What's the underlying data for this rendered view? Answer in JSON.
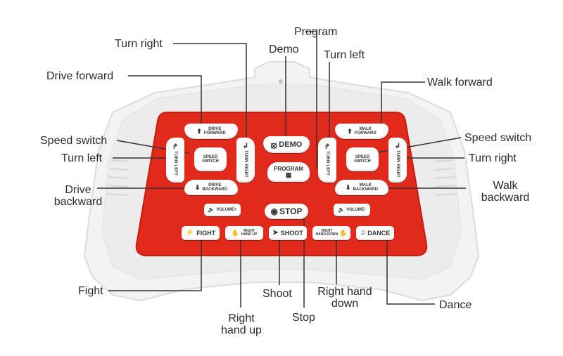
{
  "callouts": {
    "program": "Program",
    "demo": "Demo",
    "turn_right_left_side": "Turn right",
    "turn_left_right_side": "Turn left",
    "drive_forward": "Drive forward",
    "walk_forward": "Walk forward",
    "speed_switch_left": "Speed switch",
    "speed_switch_right": "Speed switch",
    "turn_left_left_side": "Turn left",
    "turn_right_right_side": "Turn right",
    "drive_backward_line1": "Drive",
    "drive_backward_line2": "backward",
    "walk_backward_line1": "Walk",
    "walk_backward_line2": "backward",
    "fight": "Fight",
    "shoot": "Shoot",
    "right_hand_down_line1": "Right hand",
    "right_hand_down_line2": "down",
    "dance": "Dance",
    "right_hand_up_line1": "Right",
    "right_hand_up_line2": "hand up",
    "stop": "Stop"
  },
  "buttons": {
    "drive_forward_l1": "DRIVE",
    "drive_forward_l2": "FORWARD",
    "walk_forward_l1": "WALK",
    "walk_forward_l2": "FORWARD",
    "demo": "DEMO",
    "program": "PROGRAM",
    "speed_l1": "SPEED",
    "speed_l2": "SWITCH",
    "turn_left": "TURN LEFT",
    "turn_right": "TURN RIGHT",
    "drive_backward_l1": "DRIVE",
    "drive_backward_l2": "BACKWARD",
    "walk_backward_l1": "WALK",
    "walk_backward_l2": "BACKWARD",
    "volume_plus": "VOLUME+",
    "volume_minus": "VOLUME-",
    "stop": "STOP",
    "fight": "FIGHT",
    "right_hand_up_l1": "RIGHT",
    "right_hand_up_l2": "HAND UP",
    "shoot": "SHOOT",
    "right_hand_down_l1": "RIGHT",
    "right_hand_down_l2": "HAND DOWN",
    "dance": "DANCE"
  },
  "colors": {
    "panel_red": "#e12a1c",
    "panel_border": "#c81e12",
    "shell": "#f4f4f4",
    "leader": "#333333"
  }
}
